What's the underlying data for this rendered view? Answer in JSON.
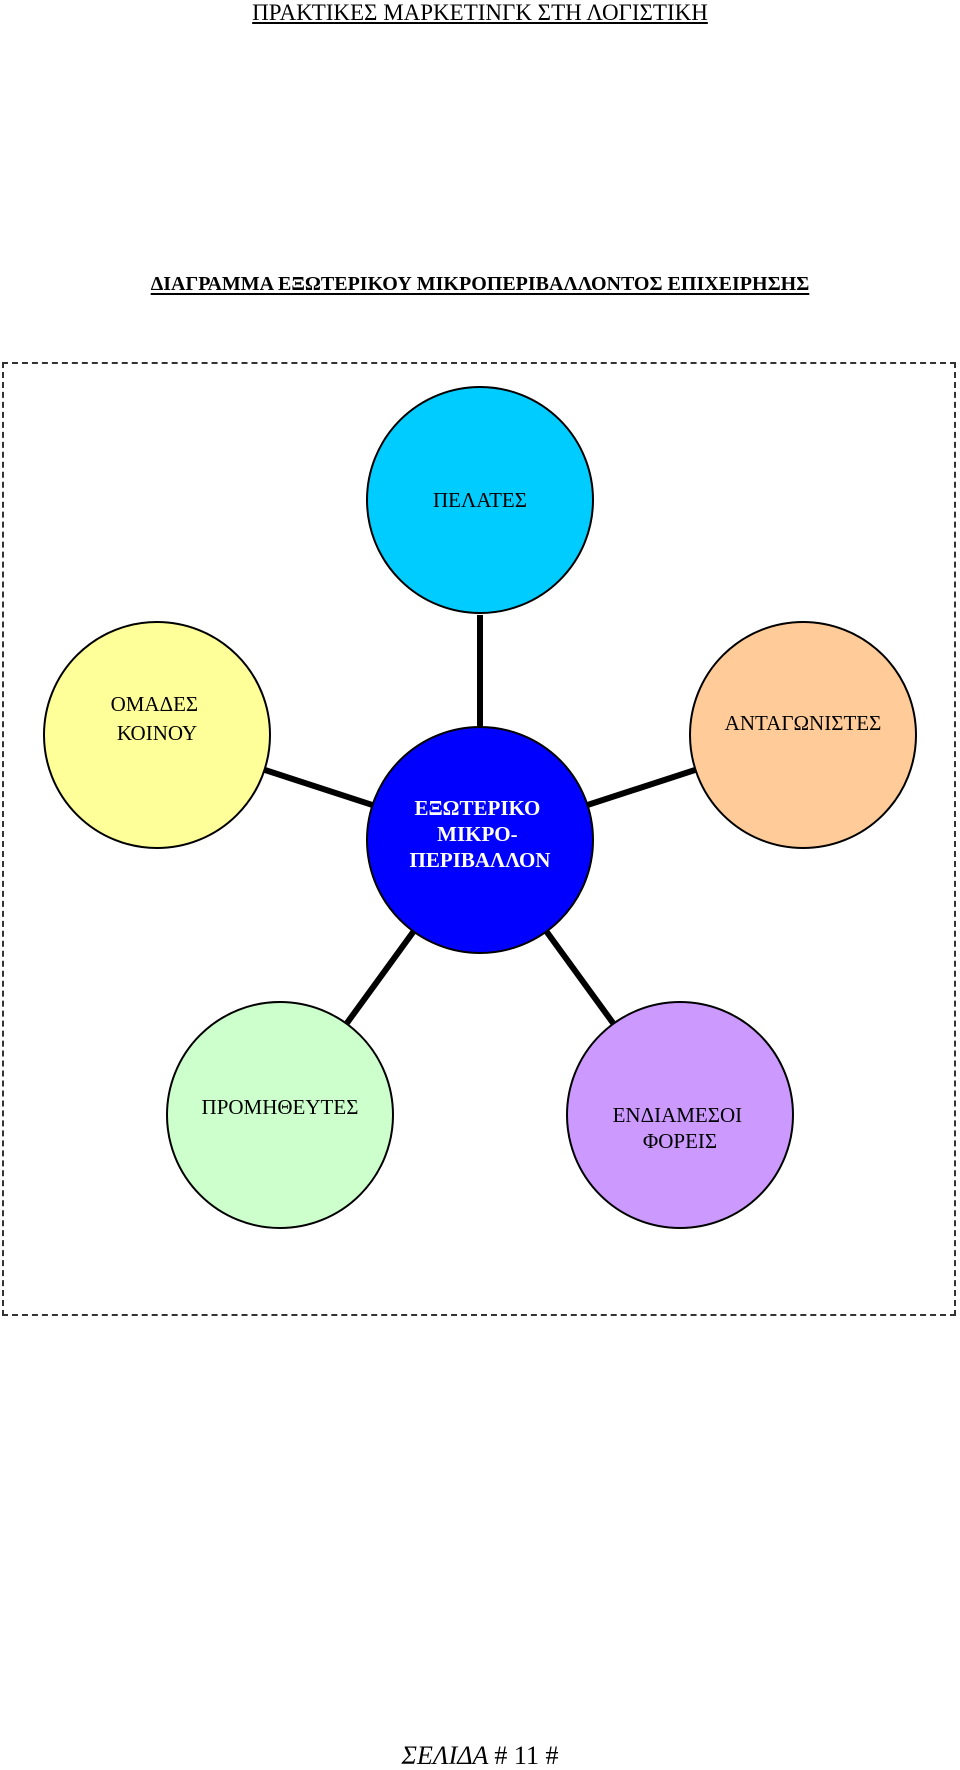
{
  "header": {
    "running_title": "ΠΡΑΚΤΙΚΕΣ ΜΑΡΚΕΤΙΝΓΚ ΣΤΗ ΛΟΓΙΣΤΙΚΗ"
  },
  "diagram": {
    "title": "ΔΙΑΓΡΑΜΜΑ ΕΞΩΤΕΡΙΚΟΥ ΜΙΚΡΟΠΕΡΙΒΑΛΛΟΝΤΟΣ ΕΠΙΧΕΙΡΗΣΗΣ",
    "center": {
      "lines": [
        "ΕΞΩΤΕΡΙΚΟ",
        "ΜΙΚΡΟ-",
        "ΠΕΡΙΒΑΛΛΟΝ"
      ],
      "color": "#0000ff"
    },
    "nodes": [
      {
        "id": "customers",
        "lines": [
          "ΠΕΛΑΤΕΣ"
        ],
        "color": "#00ccff"
      },
      {
        "id": "competitors",
        "lines": [
          "ΑΝΤΑΓΩΝΙΣΤΕΣ"
        ],
        "color": "#ffcc99"
      },
      {
        "id": "intermediaries",
        "lines": [
          "ΕΝΔΙΑΜΕΣΟΙ",
          "ΦΟΡΕΙΣ"
        ],
        "color": "#cc99ff"
      },
      {
        "id": "suppliers",
        "lines": [
          "ΠΡΟΜΗΘΕΥΤΕΣ"
        ],
        "color": "#ccffcc"
      },
      {
        "id": "public-groups",
        "lines": [
          "ΟΜΑΔΕΣ",
          "ΚΟΙΝΟΥ"
        ],
        "color": "#ffff99"
      }
    ]
  },
  "footer": {
    "page_label": "ΣΕΛΙΔΑ",
    "page_number": "# 11 #"
  }
}
